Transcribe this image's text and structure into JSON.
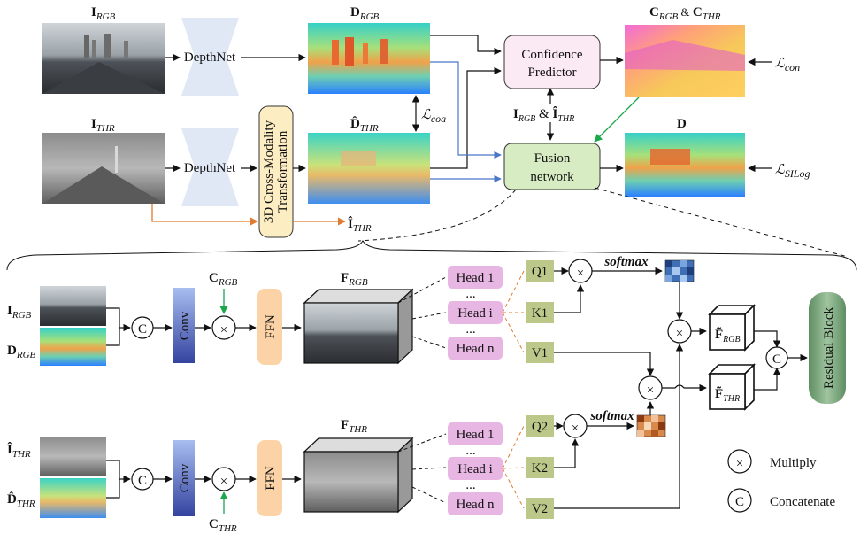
{
  "colors": {
    "depthnet_fill": "#dfe8f4",
    "confidence_fill": "#fbe9f4",
    "fusion_fill": "#d7ecc3",
    "transform_fill": "#fdedc3",
    "head_fill": "#e8b6e3",
    "qkv_fill": "#bcc78a",
    "ffn_fill": "#fbd3a6",
    "conv_top": "#9fb3e7",
    "conv_bottom": "#3a4aa8",
    "residual_fill": "#6e9b70",
    "arrow_blue": "#4a78c8",
    "arrow_orange": "#e07b2f",
    "arrow_green": "#1aa84a"
  },
  "top": {
    "i_rgb": "I",
    "i_rgb_sub": "RGB",
    "i_thr": "I",
    "i_thr_sub": "THR",
    "depthnet1": "DepthNet",
    "depthnet2": "DepthNet",
    "d_rgb": "D",
    "d_rgb_sub": "RGB",
    "d_thr_hat": "D̂",
    "d_thr_sub": "THR",
    "transform_line1": "3D Cross-Modality",
    "transform_line2": "Transformation",
    "i_thr_hat": "Î",
    "i_thr_hat_sub": "THR",
    "l_coa": "ℒ",
    "l_coa_sub": "coa",
    "confidence_line1": "Confidence",
    "confidence_line2": "Predictor",
    "c_label": "C",
    "c_label_sub1": "RGB",
    "c_label_amp": " & ",
    "c_label2": "C",
    "c_label_sub2": "THR",
    "l_con": "ℒ",
    "l_con_sub": "con",
    "mid_label_i": "I",
    "mid_label_i_sub": "RGB",
    "mid_label_amp": " & ",
    "mid_label_ihat": "Î",
    "mid_label_ihat_sub": "THR",
    "fusion_line1": "Fusion",
    "fusion_line2": "network",
    "d_out": "D",
    "l_silog": "ℒ",
    "l_silog_sub": "SILog"
  },
  "bottom": {
    "i_rgb": "I",
    "i_rgb_sub": "RGB",
    "d_rgb": "D",
    "d_rgb_sub": "RGB",
    "i_thr_hat": "Î",
    "i_thr_sub": "THR",
    "d_thr_hat": "D̂",
    "d_thr_sub": "THR",
    "concat": "C",
    "conv": "Conv",
    "multiply": "×",
    "c_rgb": "C",
    "c_rgb_sub": "RGB",
    "c_thr": "C",
    "c_thr_sub": "THR",
    "ffn": "FFN",
    "f_rgb": "F",
    "f_rgb_sub": "RGB",
    "f_thr": "F",
    "f_thr_sub": "THR",
    "head1": "Head 1",
    "headi": "Head i",
    "headn": "Head n",
    "dots": "...",
    "q1": "Q1",
    "k1": "K1",
    "v1": "V1",
    "q2": "Q2",
    "k2": "K2",
    "v2": "V2",
    "softmax": "softmax",
    "ftilde_rgb": "F̃",
    "ftilde_rgb_sub": "RGB",
    "ftilde_thr": "F̃",
    "ftilde_thr_sub": "THR",
    "residual": "Residual Block",
    "legend_multiply": "Multiply",
    "legend_concat": "Concatenate"
  }
}
